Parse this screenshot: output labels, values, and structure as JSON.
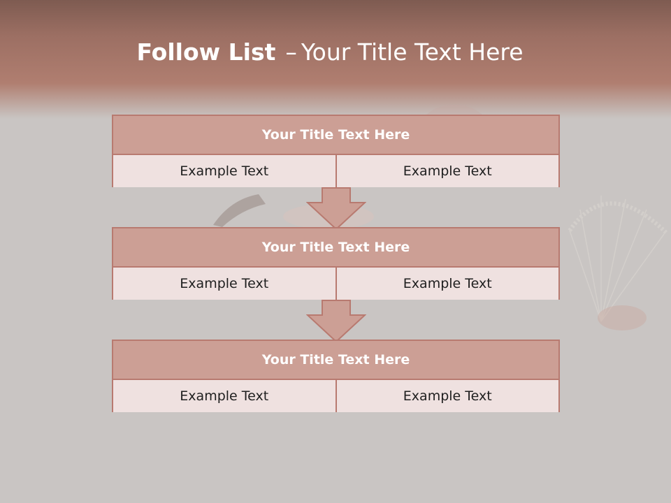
{
  "slide": {
    "title_bold": "Follow List",
    "title_dash": "–",
    "title_rest": "Your Title Text Here"
  },
  "blocks": [
    {
      "title": "Your Title Text Here",
      "left": "Example Text",
      "right": "Example Text"
    },
    {
      "title": "Your Title Text Here",
      "left": "Example Text",
      "right": "Example Text"
    },
    {
      "title": "Your Title Text Here",
      "left": "Example Text",
      "right": "Example Text"
    }
  ],
  "colors": {
    "header_fill": "#cc9f95",
    "border": "#b87a70",
    "cell_fill": "#efe1e0",
    "background": "#c9c5c3",
    "top_band": "#b07e70"
  }
}
